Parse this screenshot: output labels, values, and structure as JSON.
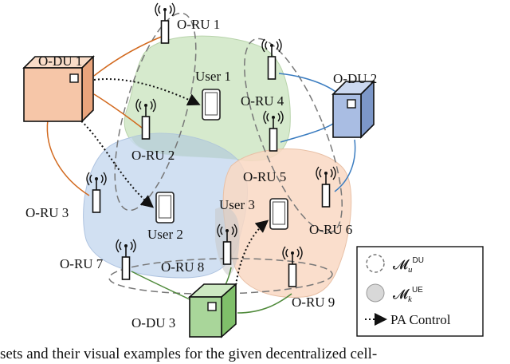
{
  "du_labels": {
    "du1": "O-DU 1",
    "du2": "O-DU 2",
    "du3": "O-DU 3"
  },
  "ru_labels": {
    "ru1": "O-RU 1",
    "ru2": "O-RU 2",
    "ru3": "O-RU 3",
    "ru4": "O-RU 4",
    "ru5": "O-RU 5",
    "ru6": "O-RU 6",
    "ru7": "O-RU 7",
    "ru8": "O-RU 8",
    "ru9": "O-RU 9"
  },
  "user_labels": {
    "user1": "User 1",
    "user2": "User 2",
    "user3": "User 3"
  },
  "legend": {
    "du_set": "𝓜",
    "du_sub": "u",
    "du_sup": "DU",
    "ue_set": "𝓜",
    "ue_sub": "k",
    "ue_sup": "UE",
    "pa_control": "PA Control"
  },
  "caption": "sets and their visual examples for the given decentralized cell-",
  "colors": {
    "green_region": "#cfe6c4",
    "blue_region": "#c9daf0",
    "orange_region": "#f9d8c3",
    "du1_fill": "#f6c6a8",
    "du2_fill": "#a9bde3",
    "du3_fill": "#a9d69a",
    "du1_link": "#d2691e",
    "du2_link": "#3a7cc0",
    "du3_link": "#4f8a3a"
  }
}
